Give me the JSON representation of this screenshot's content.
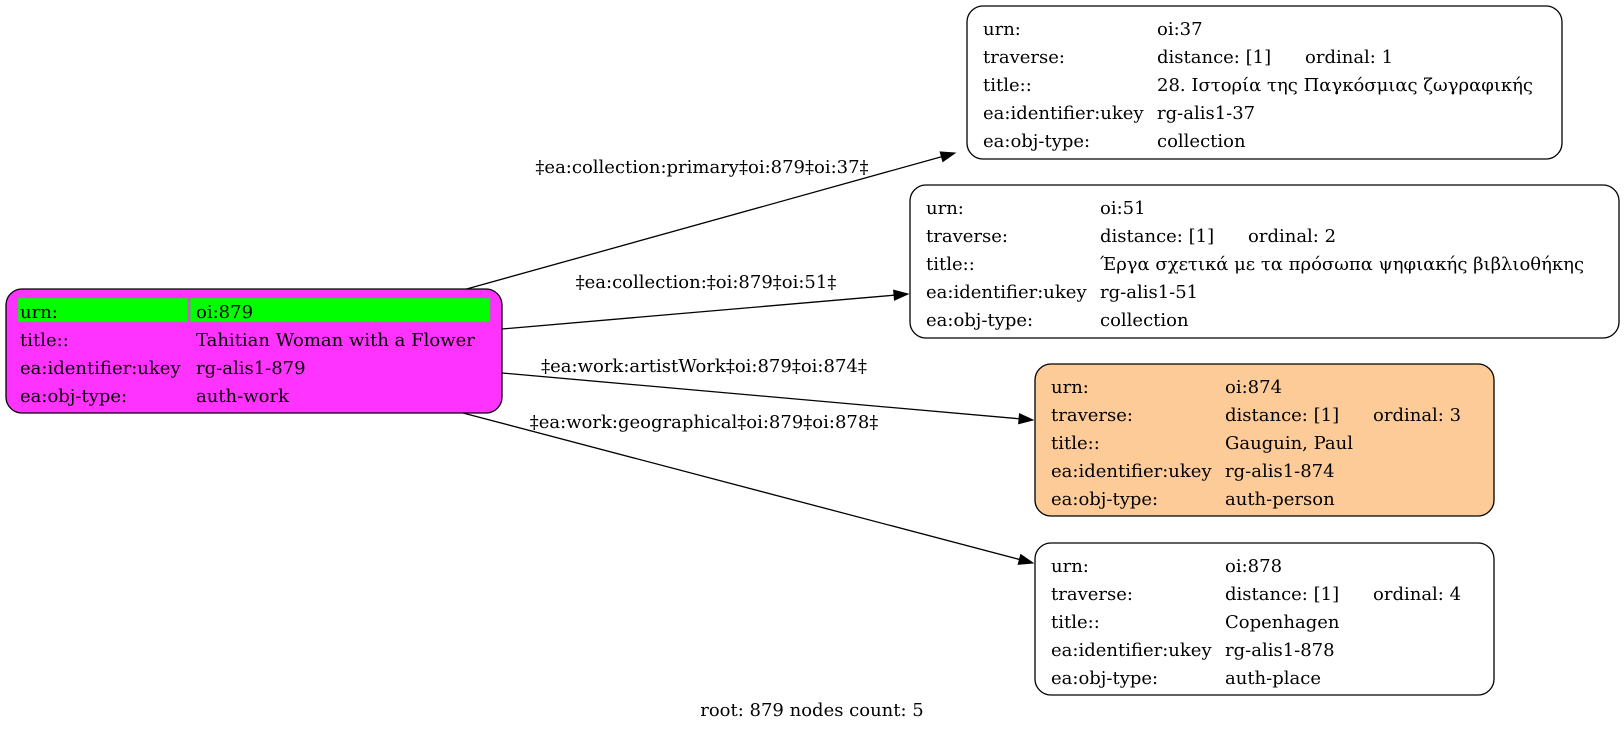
{
  "colors": {
    "root_fill": "#ff33ff",
    "root_highlight": "#00ff00",
    "person_fill": "#fdcb98",
    "default_fill": "#ffffff"
  },
  "nodes": [
    {
      "id": "oi-879",
      "rows": [
        [
          "urn:",
          "oi:879"
        ],
        [
          "title::",
          "Tahitian Woman with a Flower"
        ],
        [
          "ea:identifier:ukey",
          "rg-alis1-879"
        ],
        [
          "ea:obj-type:",
          "auth-work"
        ]
      ]
    },
    {
      "id": "oi-37",
      "rows": [
        [
          "urn:",
          "oi:37"
        ],
        [
          "traverse:",
          "distance: [1]",
          "ordinal: 1"
        ],
        [
          "title::",
          "28. Ιστορία της Παγκόσμιας ζωγραφικής"
        ],
        [
          "ea:identifier:ukey",
          "rg-alis1-37"
        ],
        [
          "ea:obj-type:",
          "collection"
        ]
      ]
    },
    {
      "id": "oi-51",
      "rows": [
        [
          "urn:",
          "oi:51"
        ],
        [
          "traverse:",
          "distance: [1]",
          "ordinal: 2"
        ],
        [
          "title::",
          "Έργα σχετικά με τα πρόσωπα ψηφιακής βιβλιοθήκης"
        ],
        [
          "ea:identifier:ukey",
          "rg-alis1-51"
        ],
        [
          "ea:obj-type:",
          "collection"
        ]
      ]
    },
    {
      "id": "oi-874",
      "rows": [
        [
          "urn:",
          "oi:874"
        ],
        [
          "traverse:",
          "distance: [1]",
          "ordinal: 3"
        ],
        [
          "title::",
          "Gauguin, Paul"
        ],
        [
          "ea:identifier:ukey",
          "rg-alis1-874"
        ],
        [
          "ea:obj-type:",
          "auth-person"
        ]
      ]
    },
    {
      "id": "oi-878",
      "rows": [
        [
          "urn:",
          "oi:878"
        ],
        [
          "traverse:",
          "distance: [1]",
          "ordinal: 4"
        ],
        [
          "title::",
          "Copenhagen"
        ],
        [
          "ea:identifier:ukey",
          "rg-alis1-878"
        ],
        [
          "ea:obj-type:",
          "auth-place"
        ]
      ]
    }
  ],
  "edges": [
    {
      "from": "oi-879",
      "to": "oi-37",
      "label": "‡ea:collection:primary‡oi:879‡oi:37‡"
    },
    {
      "from": "oi-879",
      "to": "oi-51",
      "label": "‡ea:collection:‡oi:879‡oi:51‡"
    },
    {
      "from": "oi-879",
      "to": "oi-874",
      "label": "‡ea:work:artistWork‡oi:879‡oi:874‡"
    },
    {
      "from": "oi-879",
      "to": "oi-878",
      "label": "‡ea:work:geographical‡oi:879‡oi:878‡"
    }
  ],
  "footer": "root: 879 nodes count: 5"
}
